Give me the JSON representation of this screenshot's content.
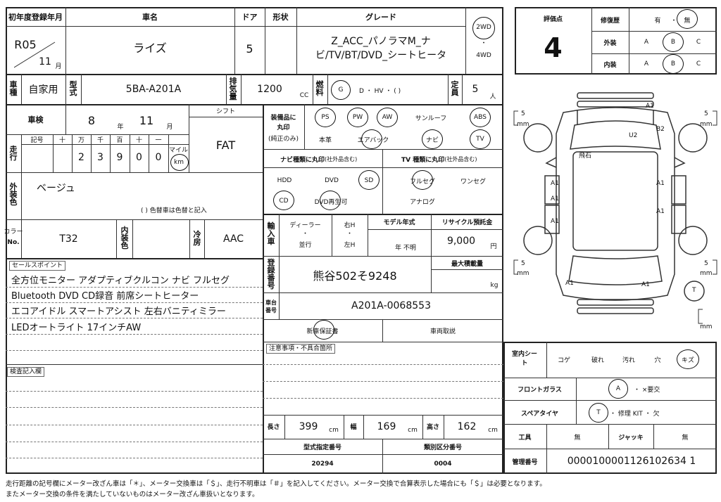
{
  "header": {
    "first_reg_label": "初年度登録年月",
    "first_reg_year": "R05",
    "first_reg_month": "11",
    "month_unit": "月",
    "car_name_label": "車名",
    "car_name": "ライズ",
    "doors_label": "ドア",
    "doors": "5",
    "shape_label": "形状",
    "grade_label": "グレード",
    "grade_line1": "Z_ACC_パノラマM_ナ",
    "grade_line2": "ビ/TV/BT/DVD_シートヒータ",
    "drive_2wd": "2WD",
    "drive_4wd": "4WD",
    "dot": "・"
  },
  "eval": {
    "score_label": "評価点",
    "score": "4",
    "repair_label": "修復歴",
    "repair_yes": "有",
    "repair_no": "無",
    "exterior_label": "外装",
    "interior_label": "内装",
    "opt_a": "A",
    "opt_b": "B",
    "opt_c": "C"
  },
  "row2": {
    "use_label": "車種",
    "use": "自家用",
    "model_label": "型式",
    "model": "5BA-A201A",
    "disp_label": "排気量",
    "disp": "1200",
    "disp_unit": "CC",
    "fuel_label": "燃料",
    "fuel_opts": "D ・ HV ・ (        )",
    "fuel_g": "G",
    "cap_label": "定員",
    "cap": "5",
    "cap_unit": "人"
  },
  "inspect": {
    "label": "車検",
    "year": "8",
    "year_unit": "年",
    "month": "11",
    "month_unit": "月",
    "shift_label": "シフト",
    "shift": "FAT",
    "mileage_label": "走行",
    "symbol_label": "記号",
    "digit_heads": [
      "十",
      "万",
      "千",
      "百",
      "十",
      "一"
    ],
    "digits": [
      "2",
      "3",
      "9",
      "0",
      "0"
    ],
    "mile_label": "マイル",
    "km": "km"
  },
  "color": {
    "outer_label": "外装色",
    "outer": "ベージュ",
    "change_note": "(          ) 色替車は色替と記入",
    "color_no_label1": "カラー",
    "color_no_label2": "No.",
    "color_no": "T32",
    "inner_label": "内装色",
    "cool_label": "冷房",
    "cool": "AAC"
  },
  "sales": {
    "label": "セールスポイント",
    "lines": [
      "全方位モニター アダプティブクルコン ナビ フルセグ",
      "Bluetooth DVD CD録音 前席シートヒーター",
      "エコアイドル スマートアシスト 左右バニティミラー",
      "LEDオートライト 17インチAW"
    ],
    "inspect_label": "検査記入欄"
  },
  "equip": {
    "label1": "装備品に",
    "label2": "丸印",
    "label3": "(純正のみ)",
    "row1": [
      "PS",
      "PW",
      "AW",
      "サンルーフ",
      "ABS"
    ],
    "row2": [
      "本革",
      "エアバック",
      "ナビ",
      "TV"
    ],
    "navi_title": "ナビ種類に丸印",
    "tv_title": "TV 種類に丸印",
    "aftermarket": "(社外品含む)",
    "navi_opts": [
      "HDD",
      "DVD",
      "SD",
      "CD",
      "DVD再生可"
    ],
    "tv_opts": [
      "フルセグ",
      "ワンセグ",
      "アナログ"
    ]
  },
  "import": {
    "label": "輸入車",
    "dealer": "ディーラー",
    "parallel": "並行",
    "rh": "右H",
    "lh": "左H",
    "model_year_label": "モデル年式",
    "model_year": "年  不明",
    "recycle_label": "リサイクル預託金",
    "recycle": "9,000",
    "recycle_unit": "円"
  },
  "reg": {
    "label": "登録番号",
    "plate": "熊谷502そ9248",
    "max_load_label": "最大積載量",
    "kg": "kg",
    "chassis_label": "車台番号",
    "chassis": "A201A-0068553",
    "warranty": "新車保証書",
    "manual": "車両取説",
    "notes_label": "注意事項・不具合箇所"
  },
  "dims": {
    "length_label": "長さ",
    "length": "399",
    "width_label": "幅",
    "width": "169",
    "height_label": "高さ",
    "height": "162",
    "unit": "cm",
    "type_no_label": "型式指定番号",
    "type_no": "20294",
    "cat_no_label": "類別区分番号",
    "cat_no": "0004"
  },
  "cabin": {
    "seat_label": "室内シート",
    "seat_opts": [
      "コゲ",
      "破れ",
      "汚れ",
      "穴",
      "キズ"
    ],
    "glass_label": "フロントガラス",
    "glass_a": "A",
    "glass_note": "・  ×要交",
    "spare_label": "スペアタイヤ",
    "spare_t": "T",
    "spare_opts": "・  修理 KIT  ・  欠",
    "tool_label": "工具",
    "tool": "無",
    "jack_label": "ジャッキ",
    "jack": "無",
    "mgmt_label": "管理番号",
    "mgmt": "0000100001126102634 1"
  },
  "diagram": {
    "a1": "A1",
    "b2": "B2",
    "u2": "U2",
    "hiseki": "飛石",
    "five": "5",
    "mm": "mm",
    "t": "T"
  },
  "footer": {
    "line1": "走行距離の記号欄にメーター改ざん車は「＊」、メーター交換車は「＄」、走行不明車は「＃」を記入してください。メーター交換で合算表示した場合にも「＄」は必要となります。",
    "line2": "またメーター交換の条件を満たしていないものはメーター改ざん車扱いとなります。"
  }
}
